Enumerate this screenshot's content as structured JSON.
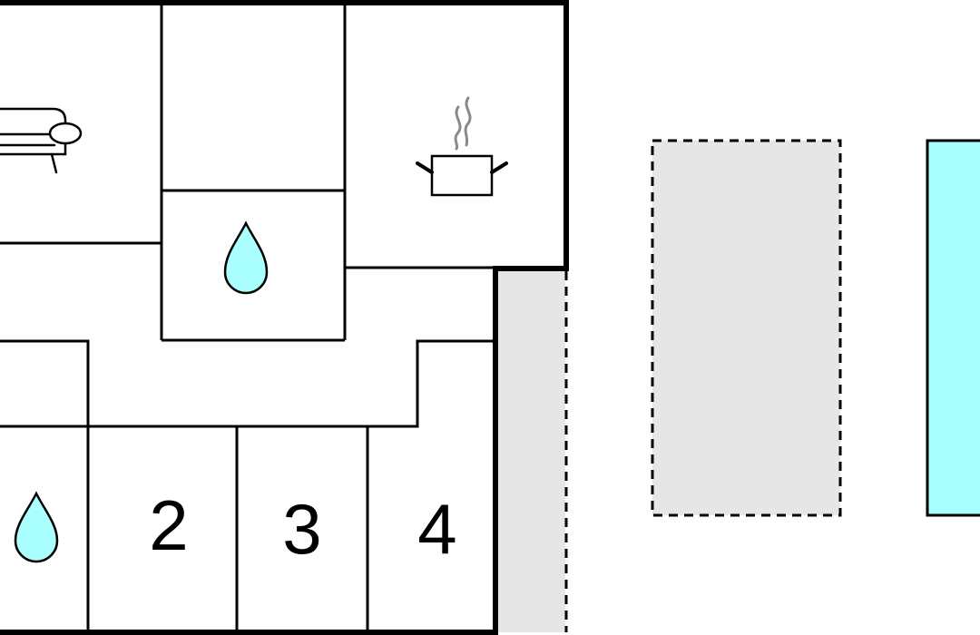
{
  "floorplan": {
    "rooms": {
      "room_2": {
        "number": "2"
      },
      "room_3": {
        "number": "3"
      },
      "room_4": {
        "number": "4"
      }
    },
    "icons": {
      "living_room": "sofa-icon",
      "kitchen": "cooking-pot-icon",
      "bathroom_upper": "water-drop-icon",
      "bathroom_lower": "water-drop-icon"
    },
    "colors": {
      "wall": "#000000",
      "terrace": "#e6e6e6",
      "pool": "#aaffff",
      "water_drop": "#aaffff"
    }
  }
}
